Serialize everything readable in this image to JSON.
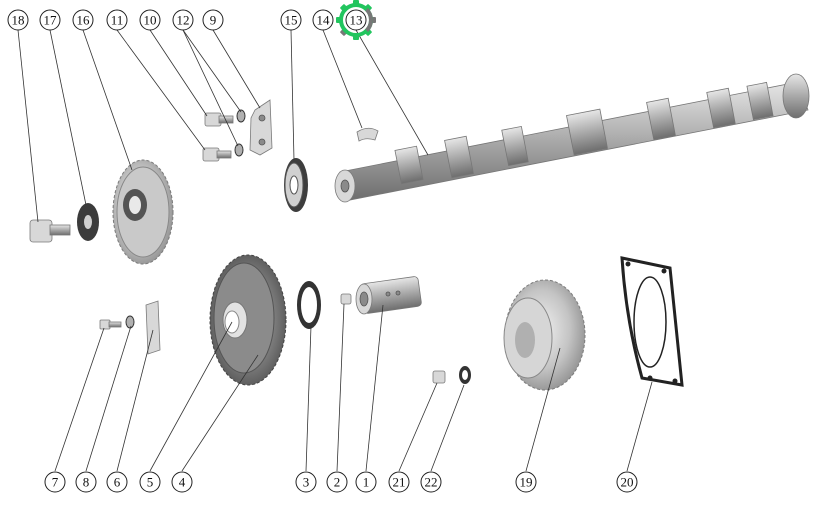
{
  "callouts": {
    "c1": "1",
    "c2": "2",
    "c3": "3",
    "c4": "4",
    "c5": "5",
    "c6": "6",
    "c7": "7",
    "c8": "8",
    "c9": "9",
    "c10": "10",
    "c11": "11",
    "c12": "12",
    "c13": "13",
    "c14": "14",
    "c15": "15",
    "c16": "16",
    "c17": "17",
    "c18": "18",
    "c19": "19",
    "c20": "20",
    "c21": "21",
    "c22": "22"
  },
  "badge": {
    "icon": "gear-icon",
    "color": "#22c55e"
  },
  "colors": {
    "line": "#333333",
    "part_light": "#d8d8d8",
    "part_dark": "#8a8a8a"
  }
}
